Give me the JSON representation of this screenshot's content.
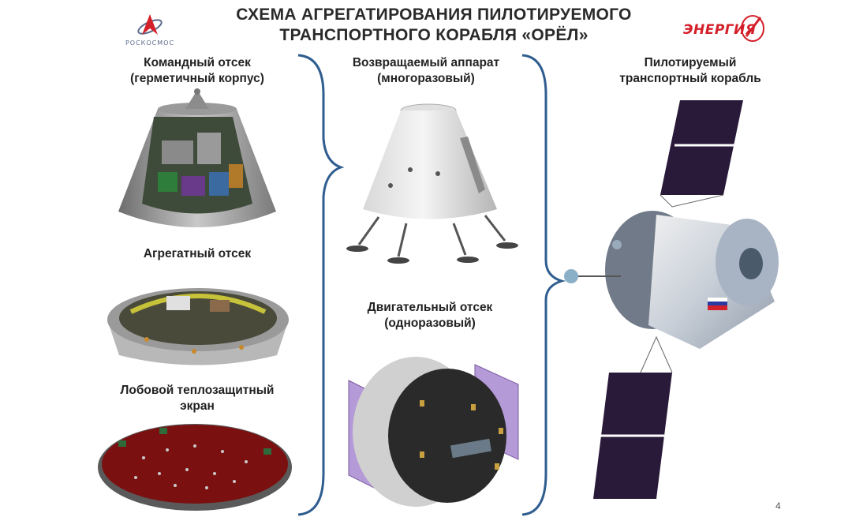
{
  "title": "СХЕМА АГРЕГАТИРОВАНИЯ ПИЛОТИРУЕМОГО ТРАНСПОРТНОГО КОРАБЛЯ «ОРЁЛ»",
  "logos": {
    "left": "РОСКОСМОС",
    "right": "ЭНЕРГИЯ"
  },
  "components": {
    "command_module": {
      "label": "Командный отсек (герметичный корпус)"
    },
    "aggregate_module": {
      "label": "Агрегатный отсек"
    },
    "heat_shield": {
      "label": "Лобовой теплозащитный экран"
    },
    "return_vehicle": {
      "label": "Возвращаемый аппарат (многоразовый)"
    },
    "propulsion_module": {
      "label": "Двигательный отсек (одноразовый)"
    },
    "spacecraft": {
      "label": "Пилотируемый транспортный корабль"
    }
  },
  "page_number": "4",
  "colors": {
    "bracket": "#2f5d8f",
    "heat_shield": "#7a1010",
    "solar_panel": "#2a1a3a",
    "brand_red": "#d4202a"
  }
}
